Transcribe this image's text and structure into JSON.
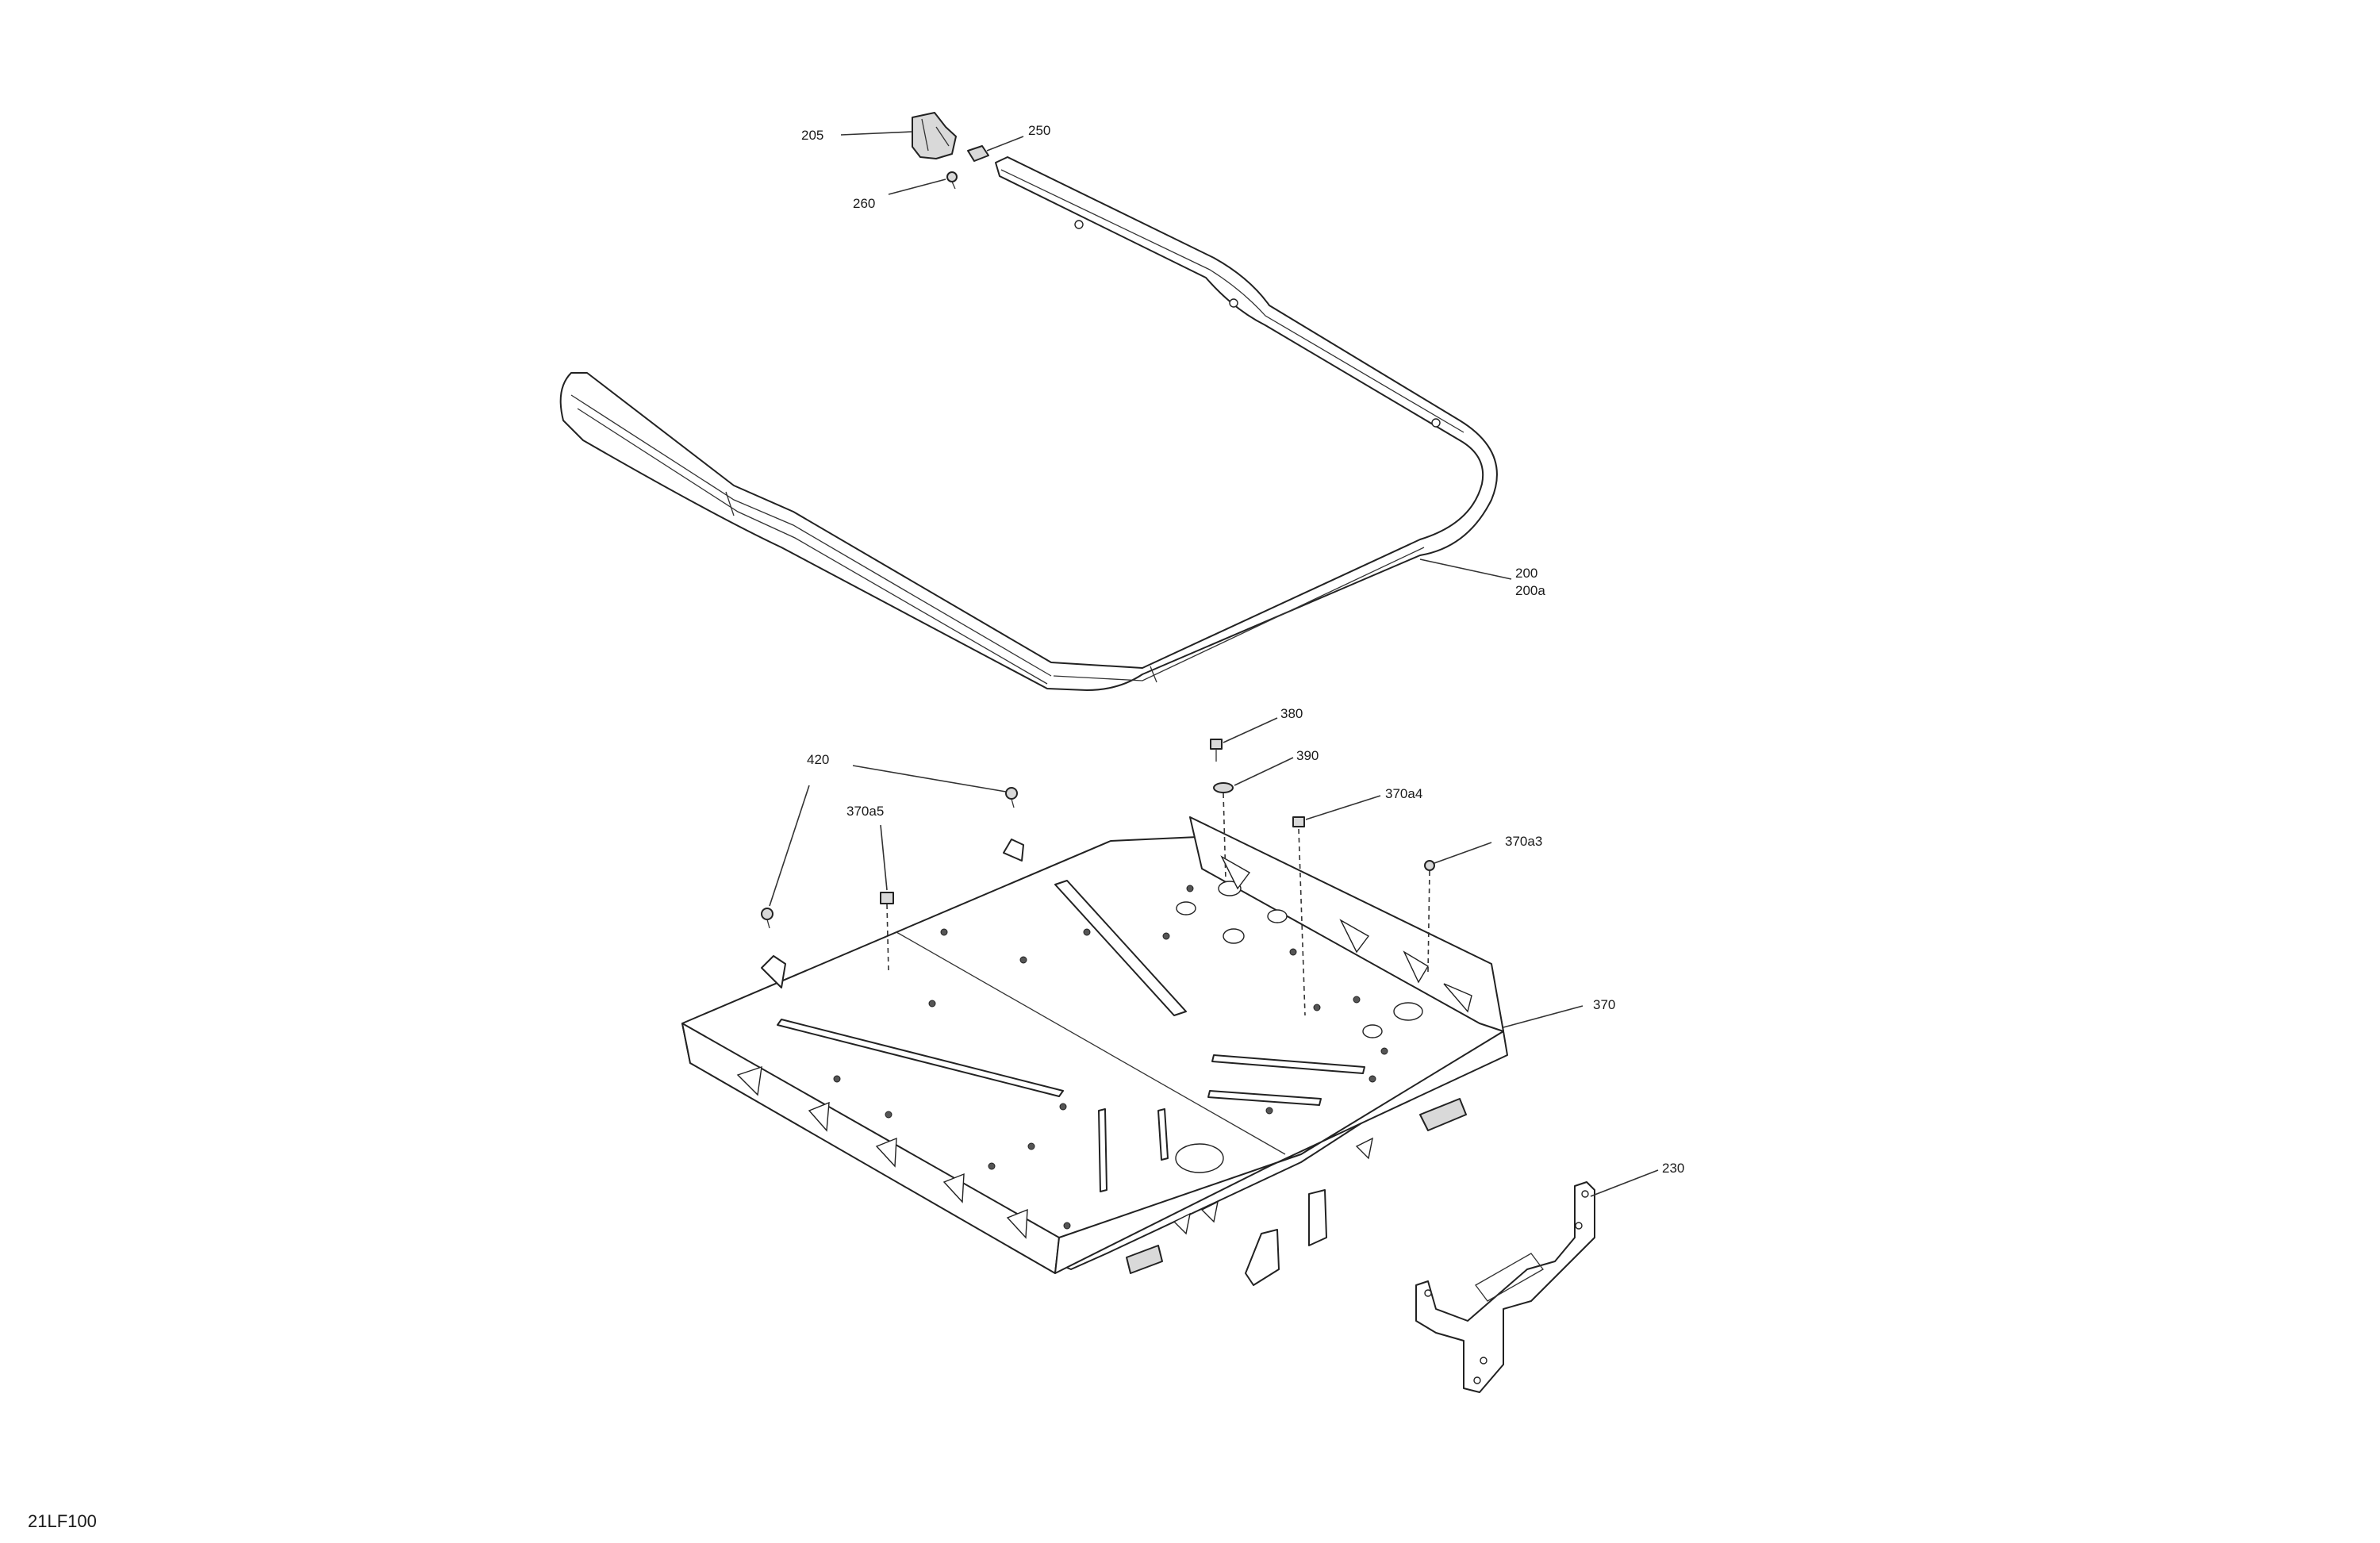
{
  "callouts": {
    "c205": "205",
    "c250": "250",
    "c260": "260",
    "c200": "200",
    "c200a": "200a",
    "c380": "380",
    "c390": "390",
    "c420": "420",
    "c370a5": "370a5",
    "c370a4": "370a4",
    "c370a3": "370a3",
    "c370": "370",
    "c230": "230"
  },
  "drawing_code": "21LF100"
}
